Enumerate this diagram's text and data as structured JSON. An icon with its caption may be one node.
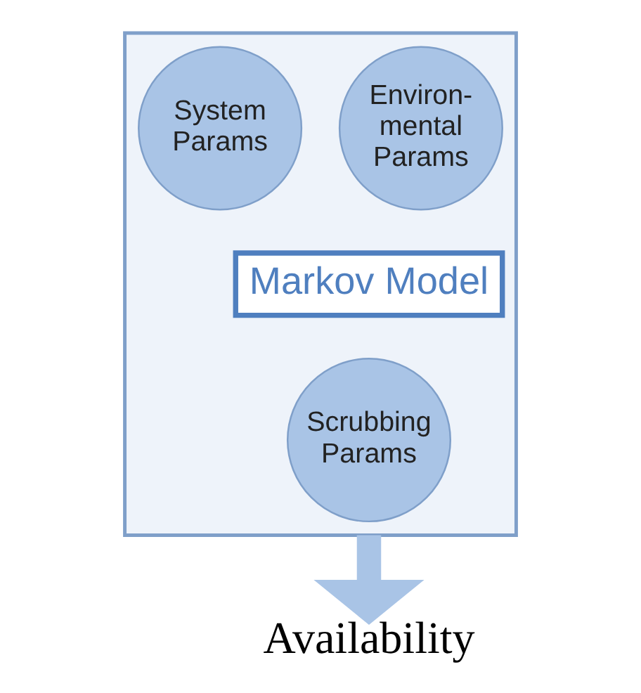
{
  "diagram": {
    "nodes": [
      {
        "text": [],
        "shape": "funnel"
      },
      {
        "text": [
          "System Params"
        ],
        "in": 0
      },
      {
        "text": [
          "Environ- mental Params"
        ],
        "in": 0
      },
      {
        "text": [
          "Markov Model"
        ],
        "in": 0
      },
      {
        "text": [
          "Scrubbing Params"
        ],
        "in": 0
      },
      {
        "text": [
          "Availability"
        ]
      }
    ],
    "edges": [
      {
        "from": 0,
        "to": 5,
        "arrow": "to",
        "color": "#a9c4e6"
      }
    ]
  }
}
